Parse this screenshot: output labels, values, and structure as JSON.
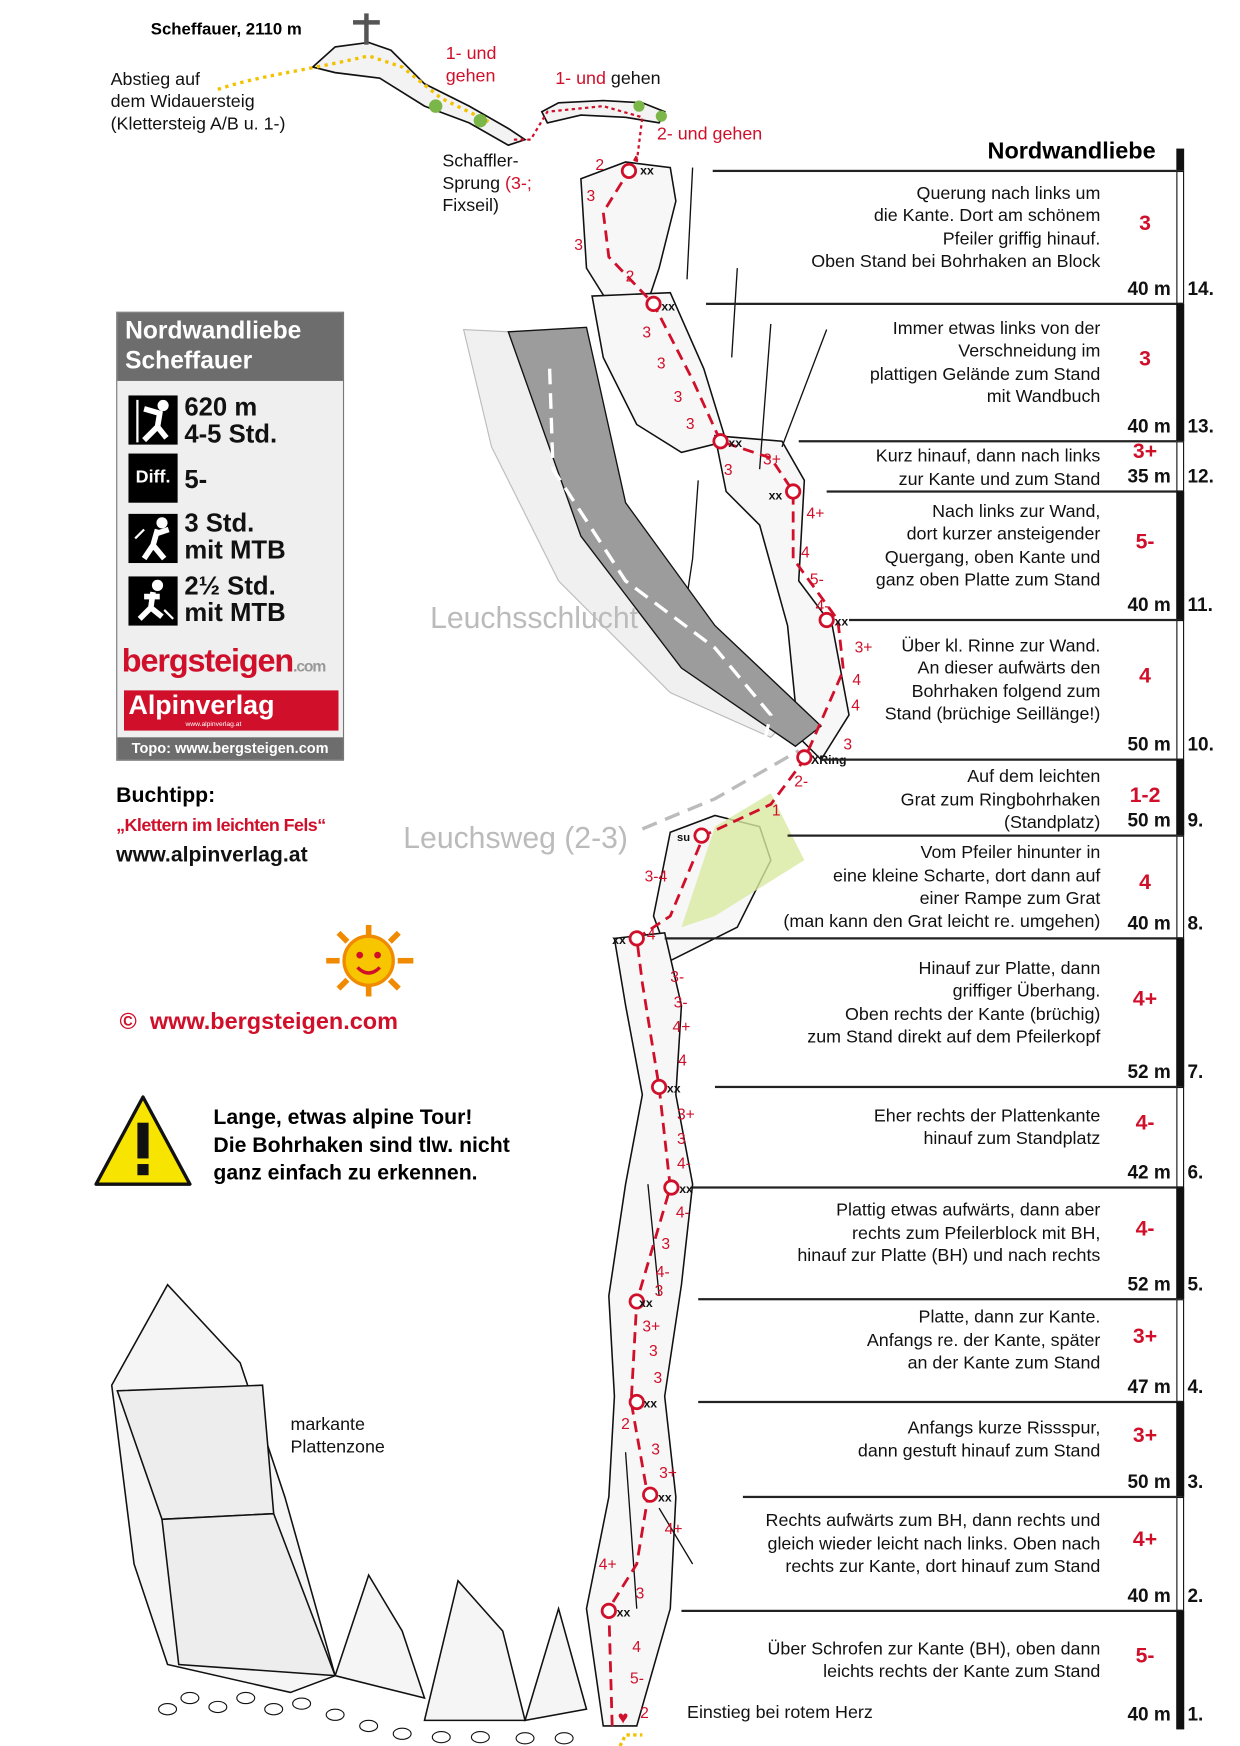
{
  "title": "Nordwandliebe",
  "summit": "Scheffauer, 2110 m",
  "descent": [
    "Abstieg auf",
    "dem Widauersteig",
    "(Klettersteig A/B u. 1-)"
  ],
  "ridge_notes": [
    {
      "grade": "1- und",
      "text": "gehen"
    },
    {
      "grade": "1- und",
      "text": "gehen"
    },
    {
      "grade": "2- und",
      "text": "gehen"
    }
  ],
  "schaffler": {
    "line1": "Schaffler-",
    "line2": "Sprung",
    "grade": "(3-;",
    "line3": "Fixseil)"
  },
  "gully": "Leuchsschlucht",
  "leuchsweg": "Leuchsweg (2-3)",
  "slab_zone": [
    "markante",
    "Plattenzone"
  ],
  "start": "Einstieg bei rotem Herz",
  "infobox": {
    "title": [
      "Nordwandliebe",
      "Scheffauer"
    ],
    "length": "620 m",
    "time": "4-5 Std.",
    "diff_label": "Diff.",
    "difficulty": "5-",
    "approach_time": "3 Std.",
    "approach_mode": "mit MTB",
    "return_time": "2½ Std.",
    "return_mode": "mit MTB",
    "logo_bergsteigen": "bergsteigen",
    "logo_com": ".com",
    "logo_alpinverlag": "Alpinverlag",
    "logo_alpinverlag_url": "www.alpinverlag.at",
    "footer": "Topo: www.bergsteigen.com"
  },
  "book": {
    "label": "Buchtipp:",
    "title": "„Klettern im leichten Fels“",
    "url": "www.alpinverlag.at"
  },
  "copyright": "©  www.bergsteigen.com",
  "warning": [
    "Lange, etwas alpine Tour!",
    "Die Bohrhaken sind tlw. nicht",
    "ganz einfach zu erkennen."
  ],
  "colors": {
    "accent": "#d0102a",
    "info_header": "#6d6d6e",
    "path_yellow": "#f2c200",
    "gully": "#9c9c9c"
  },
  "pitches": [
    {
      "num": "14.",
      "grade": "3",
      "length": "40 m",
      "desc": "Querung nach links um\ndie Kante. Dort am schönem\nPfeiler griffig hinauf.\nOben Stand bei Bohrhaken an Block"
    },
    {
      "num": "13.",
      "grade": "3",
      "length": "40 m",
      "desc": "Immer etwas links von der\nVerschneidung im\nplattigen Gelände zum Stand\nmit Wandbuch"
    },
    {
      "num": "12.",
      "grade": "3+",
      "length": "35 m",
      "desc": "Kurz hinauf, dann nach links\nzur Kante und zum Stand"
    },
    {
      "num": "11.",
      "grade": "5-",
      "length": "40 m",
      "desc": "Nach links zur Wand,\ndort kurzer ansteigender\nQuergang, oben Kante und\nganz oben Platte zum Stand"
    },
    {
      "num": "10.",
      "grade": "4",
      "length": "50 m",
      "desc": "Über kl. Rinne zur Wand.\nAn dieser aufwärts den\nBohrhaken folgend zum\nStand (brüchige Seillänge!)"
    },
    {
      "num": "9.",
      "grade": "1-2",
      "length": "50 m",
      "desc": "Auf dem leichten\nGrat zum Ringbohrhaken\n(Standplatz)"
    },
    {
      "num": "8.",
      "grade": "4",
      "length": "40 m",
      "desc": "Vom Pfeiler hinunter in\neine kleine Scharte, dort dann auf\neiner Rampe zum Grat\n(man kann den Grat leicht re. umgehen)"
    },
    {
      "num": "7.",
      "grade": "4+",
      "length": "52 m",
      "desc": "Hinauf zur Platte, dann\ngriffiger Überhang.\nOben rechts der Kante (brüchig)\nzum Stand direkt auf dem Pfeilerkopf"
    },
    {
      "num": "6.",
      "grade": "4-",
      "length": "42 m",
      "desc": "Eher rechts der Plattenkante\nhinauf zum Standplatz"
    },
    {
      "num": "5.",
      "grade": "4-",
      "length": "52 m",
      "desc": "Plattig etwas aufwärts, dann aber\nrechts zum Pfeilerblock mit BH,\nhinauf zur Platte (BH) und nach rechts"
    },
    {
      "num": "4.",
      "grade": "3+",
      "length": "47 m",
      "desc": "Platte, dann zur Kante.\nAnfangs re. der Kante, später\nan der Kante zum Stand"
    },
    {
      "num": "3.",
      "grade": "3+",
      "length": "50 m",
      "desc": "Anfangs kurze Rissspur,\ndann gestuft hinauf zum Stand"
    },
    {
      "num": "2.",
      "grade": "4+",
      "length": "40 m",
      "desc": "Rechts aufwärts zum BH, dann rechts und\ngleich wieder leicht nach links. Oben nach\nrechts zur Kante, dort hinauf zum Stand"
    },
    {
      "num": "1.",
      "grade": "5-",
      "length": "40 m",
      "desc": "Über Schrofen zur Kante (BH), oben dann\nleichts rechts der Kante zum Stand"
    }
  ],
  "route_labels": [
    "2",
    "3",
    "3",
    "2",
    "3",
    "3",
    "3",
    "3",
    "3",
    "3+",
    "4+",
    "4",
    "5-",
    "4-",
    "3+",
    "4",
    "4",
    "3",
    "2-",
    "1",
    "3-4",
    "4",
    "3-",
    "3-",
    "4+",
    "4",
    "3+",
    "3",
    "4-",
    "4-",
    "3",
    "4-",
    "3",
    "3+",
    "3",
    "3",
    "2",
    "3",
    "3+",
    "4+",
    "4+",
    "3",
    "4",
    "5-",
    "2"
  ],
  "anchor_labels": [
    "xx",
    "xx",
    "xx",
    "xx",
    "xx",
    "XRing",
    "su",
    "xx",
    "xx",
    "xx",
    "xx",
    "xx",
    "xx",
    "xx"
  ]
}
